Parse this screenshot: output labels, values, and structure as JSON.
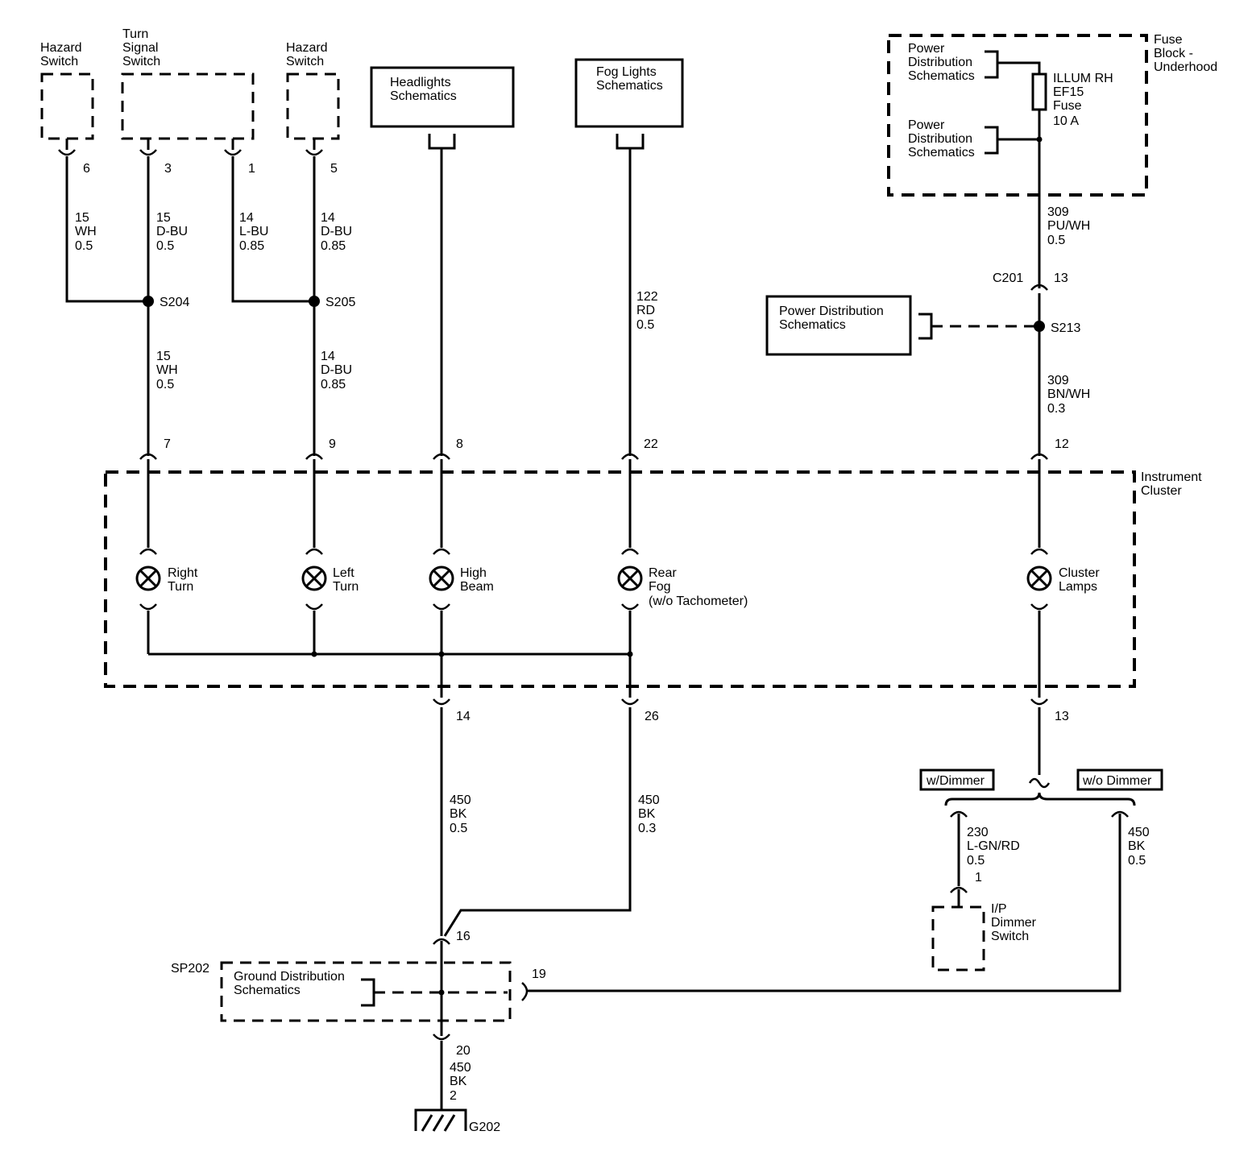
{
  "components": {
    "hazard_switch_left": [
      "Hazard",
      "Switch"
    ],
    "turn_signal_switch": [
      "Turn",
      "Signal",
      "Switch"
    ],
    "hazard_switch_right": [
      "Hazard",
      "Switch"
    ],
    "headlights": [
      "Headlights",
      "Schematics"
    ],
    "fog_lights": [
      "Fog Lights",
      "Schematics"
    ],
    "fuse_block": [
      "Fuse",
      "Block -",
      "Underhood"
    ],
    "power_dist_top": [
      "Power",
      "Distribution",
      "Schematics"
    ],
    "power_dist_mid": [
      "Power",
      "Distribution",
      "Schematics"
    ],
    "fuse": [
      "ILLUM RH",
      "EF15",
      "Fuse",
      "10 A"
    ],
    "power_dist_side": [
      "Power Distribution",
      "Schematics"
    ],
    "instrument_cluster": [
      "Instrument",
      "Cluster"
    ],
    "ground_dist": [
      "Ground Distribution",
      "Schematics"
    ],
    "dimmer_switch": [
      "I/P",
      "Dimmer",
      "Switch"
    ],
    "w_dimmer": "w/Dimmer",
    "wo_dimmer": "w/o Dimmer"
  },
  "lamps": {
    "right_turn": [
      "Right",
      "Turn"
    ],
    "left_turn": [
      "Left",
      "Turn"
    ],
    "high_beam": [
      "High",
      "Beam"
    ],
    "rear_fog": [
      "Rear",
      "Fog",
      "(w/o Tachometer)"
    ],
    "cluster_lamps": [
      "Cluster",
      "Lamps"
    ]
  },
  "pins": {
    "p6": "6",
    "p3": "3",
    "p1": "1",
    "p5": "5",
    "p7": "7",
    "p9": "9",
    "p8": "8",
    "p22": "22",
    "p12": "12",
    "p14": "14",
    "p26": "26",
    "p13_bottom": "13",
    "p13_c201": "13",
    "p16": "16",
    "p19": "19",
    "p20": "20",
    "p1_dimmer": "1"
  },
  "wires": {
    "w_hazard_left": [
      "15",
      "WH",
      "0.5"
    ],
    "w_turn_3": [
      "15",
      "D-BU",
      "0.5"
    ],
    "w_turn_1": [
      "14",
      "L-BU",
      "0.85"
    ],
    "w_hazard_right": [
      "14",
      "D-BU",
      "0.85"
    ],
    "w_s204_down": [
      "15",
      "WH",
      "0.5"
    ],
    "w_s205_down": [
      "14",
      "D-BU",
      "0.85"
    ],
    "w_fog": [
      "122",
      "RD",
      "0.5"
    ],
    "w_fuse_out": [
      "309",
      "PU/WH",
      "0.5"
    ],
    "w_s213_down": [
      "309",
      "BN/WH",
      "0.3"
    ],
    "w_gnd_14": [
      "450",
      "BK",
      "0.5"
    ],
    "w_gnd_26": [
      "450",
      "BK",
      "0.3"
    ],
    "w_dimmer": [
      "230",
      "L-GN/RD",
      "0.5"
    ],
    "w_wo_dimmer": [
      "450",
      "BK",
      "0.5"
    ],
    "w_g202": [
      "450",
      "BK",
      "2"
    ]
  },
  "splices": {
    "s204": "S204",
    "s205": "S205",
    "s213": "S213",
    "c201": "C201",
    "sp202": "SP202",
    "g202": "G202"
  }
}
